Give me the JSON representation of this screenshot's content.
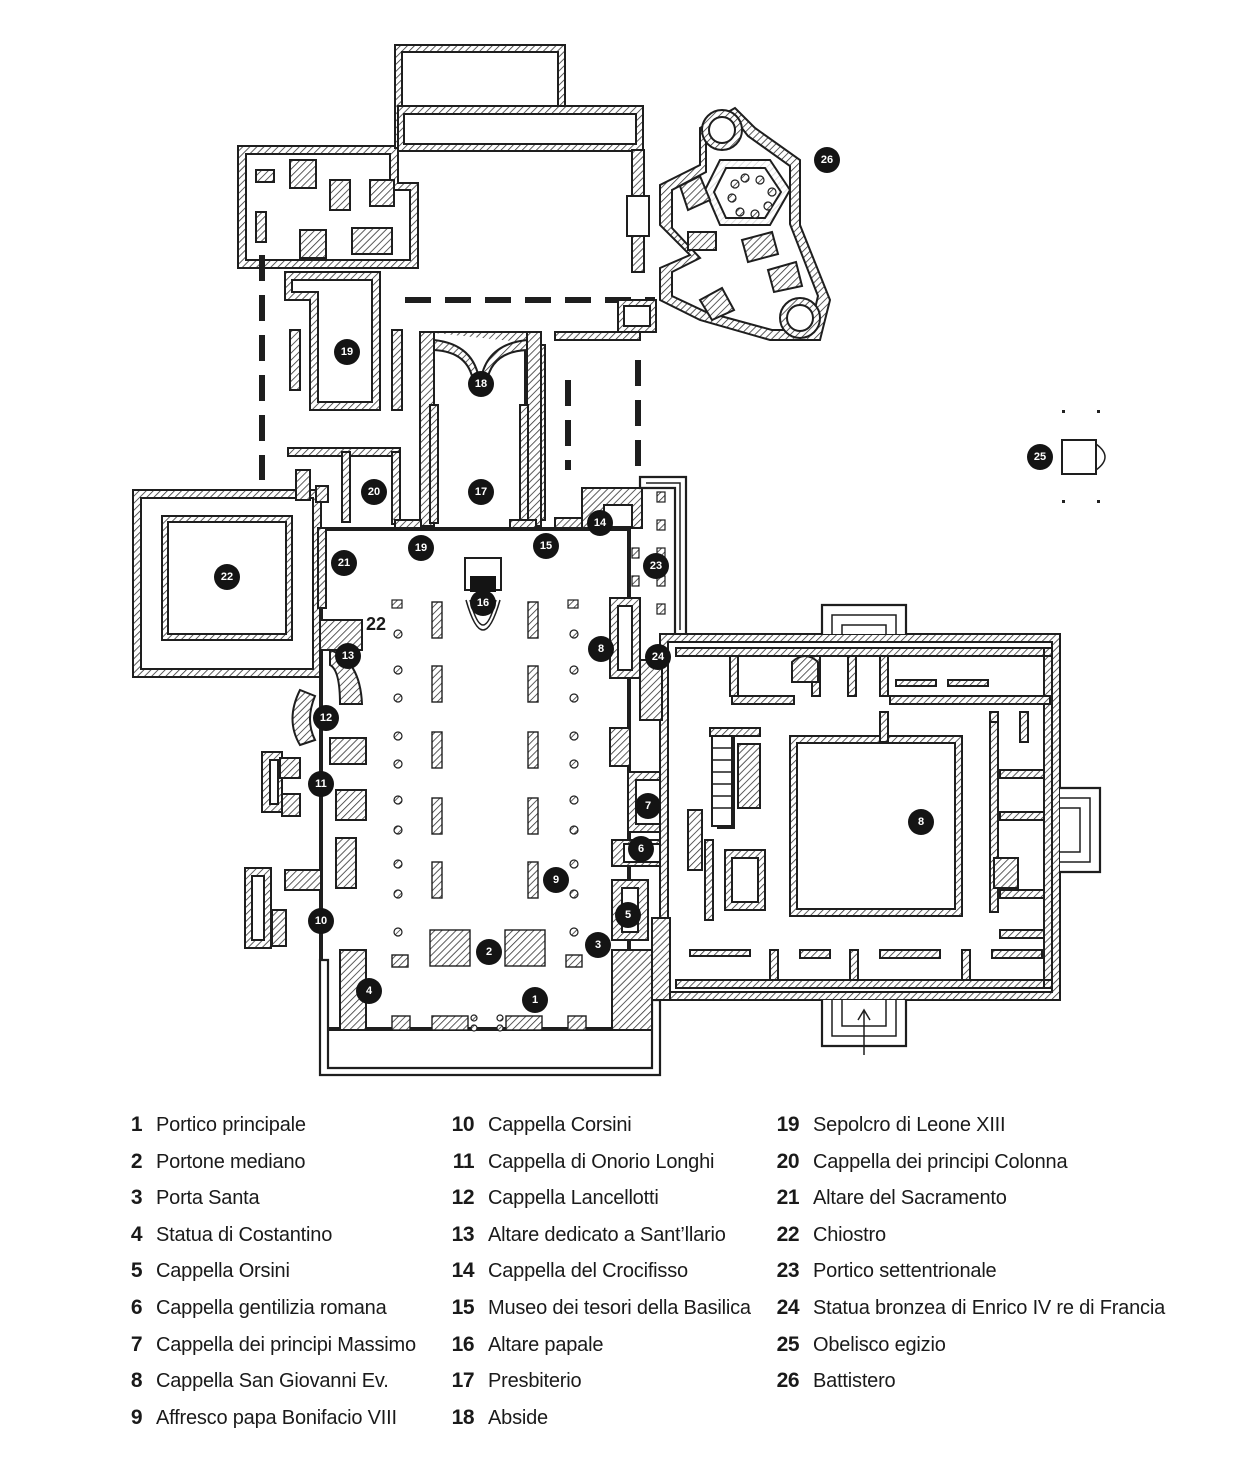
{
  "plan": {
    "inline_label": "22",
    "markers": [
      {
        "n": "1"
      },
      {
        "n": "2"
      },
      {
        "n": "3"
      },
      {
        "n": "4"
      },
      {
        "n": "5"
      },
      {
        "n": "6"
      },
      {
        "n": "7"
      },
      {
        "n": "8"
      },
      {
        "n": "8"
      },
      {
        "n": "9"
      },
      {
        "n": "10"
      },
      {
        "n": "11"
      },
      {
        "n": "12"
      },
      {
        "n": "13"
      },
      {
        "n": "14"
      },
      {
        "n": "15"
      },
      {
        "n": "16"
      },
      {
        "n": "17"
      },
      {
        "n": "18"
      },
      {
        "n": "19"
      },
      {
        "n": "19"
      },
      {
        "n": "20"
      },
      {
        "n": "21"
      },
      {
        "n": "22"
      },
      {
        "n": "23"
      },
      {
        "n": "24"
      },
      {
        "n": "25"
      },
      {
        "n": "26"
      }
    ]
  },
  "legend": {
    "columns": [
      [
        {
          "num": "1",
          "label": "Portico principale"
        },
        {
          "num": "2",
          "label": "Portone mediano"
        },
        {
          "num": "3",
          "label": "Porta Santa"
        },
        {
          "num": "4",
          "label": "Statua di Costantino"
        },
        {
          "num": "5",
          "label": "Cappella Orsini"
        },
        {
          "num": "6",
          "label": "Cappella gentilizia romana"
        },
        {
          "num": "7",
          "label": "Cappella dei principi Massimo"
        },
        {
          "num": "8",
          "label": "Cappella San Giovanni Ev."
        },
        {
          "num": "9",
          "label": "Affresco papa Bonifacio VIII"
        }
      ],
      [
        {
          "num": "10",
          "label": "Cappella Corsini"
        },
        {
          "num": "11",
          "label": "Cappella di Onorio Longhi"
        },
        {
          "num": "12",
          "label": "Cappella Lancellotti"
        },
        {
          "num": "13",
          "label": "Altare dedicato a Sant’llario"
        },
        {
          "num": "14",
          "label": "Cappella del Crocifisso"
        },
        {
          "num": "15",
          "label": "Museo dei tesori della Basilica"
        },
        {
          "num": "16",
          "label": "Altare papale"
        },
        {
          "num": "17",
          "label": "Presbiterio"
        },
        {
          "num": "18",
          "label": "Abside"
        }
      ],
      [
        {
          "num": "19",
          "label": "Sepolcro di Leone XIII"
        },
        {
          "num": "20",
          "label": "Cappella dei principi Colonna"
        },
        {
          "num": "21",
          "label": "Altare del Sacramento"
        },
        {
          "num": "22",
          "label": "Chiostro"
        },
        {
          "num": "23",
          "label": "Portico settentrionale"
        },
        {
          "num": "24",
          "label": "Statua bronzea di Enrico IV re di Francia"
        },
        {
          "num": "25",
          "label": "Obelisco egizio"
        },
        {
          "num": "26",
          "label": "Battistero"
        }
      ]
    ]
  }
}
